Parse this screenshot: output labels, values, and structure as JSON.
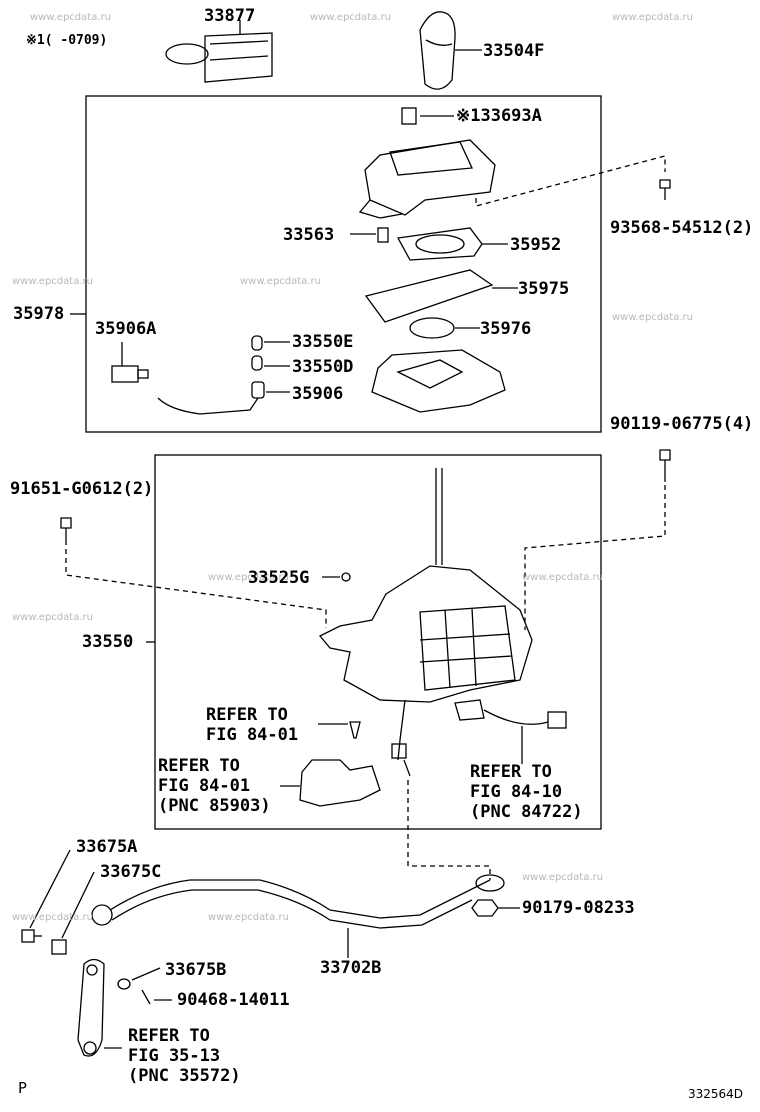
{
  "watermark": "www.epcdata.ru",
  "diagram_code": "332564D",
  "page_marker": "P",
  "note": "※1(      -0709)",
  "parts": {
    "p33877": "33877",
    "p33504F": "33504F",
    "p33693A": "※133693A",
    "p93568": "93568-54512(2)",
    "p33563": "33563",
    "p35952": "35952",
    "p35978": "35978",
    "p35975": "35975",
    "p35906A": "35906A",
    "p33550E": "33550E",
    "p35976": "35976",
    "p33550D": "33550D",
    "p35906": "35906",
    "p90119": "90119-06775(4)",
    "p91651": "91651-G0612(2)",
    "p33525G": "33525G",
    "p33550": "33550",
    "p33675A": "33675A",
    "p33675C": "33675C",
    "p90179": "90179-08233",
    "p33675B": "33675B",
    "p33702B": "33702B",
    "p90468": "90468-14011"
  },
  "refs": {
    "r1": [
      "REFER TO",
      "FIG 84-01"
    ],
    "r2": [
      "REFER TO",
      "FIG 84-01",
      "(PNC 85903)"
    ],
    "r3": [
      "REFER TO",
      "FIG 84-10",
      "(PNC 84722)"
    ],
    "r4": [
      "REFER TO",
      "FIG 35-13",
      "(PNC 35572)"
    ]
  }
}
